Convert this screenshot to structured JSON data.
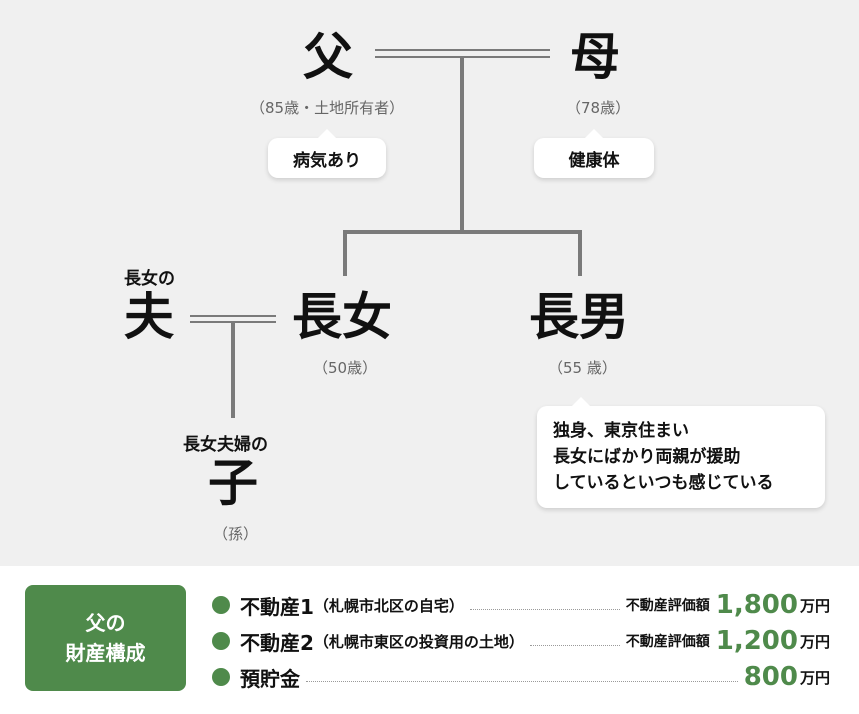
{
  "family": {
    "father": {
      "name": "父",
      "age": "（85歳・土地所有者）",
      "note": "病気あり"
    },
    "mother": {
      "name": "母",
      "age": "（78歳）",
      "note": "健康体"
    },
    "husband": {
      "label": "長女の",
      "name": "夫"
    },
    "eldest_daughter": {
      "name": "長女",
      "age": "（50歳）"
    },
    "eldest_son": {
      "name": "長男",
      "age": "（55 歳）",
      "note_lines": [
        "独身、東京住まい",
        "長女にばかり両親が援助",
        "しているといつも感じている"
      ]
    },
    "grandchild": {
      "label": "長女夫婦の",
      "name": "子",
      "age": "（孫）"
    }
  },
  "assets": {
    "title_line1": "父の",
    "title_line2": "財産構成",
    "items": [
      {
        "name": "不動産1",
        "sub": "（札幌市北区の自宅）",
        "label": "不動産評価額",
        "value": "1,800",
        "unit": "万円"
      },
      {
        "name": "不動産2",
        "sub": "（札幌市東区の投資用の土地）",
        "label": "不動産評価額",
        "value": "1,200",
        "unit": "万円"
      },
      {
        "name": "預貯金",
        "sub": "",
        "label": "",
        "value": "800",
        "unit": "万円"
      }
    ]
  },
  "colors": {
    "accent": "#4f8a4b",
    "line": "#7a7a7a",
    "background": "#f0f0f0"
  }
}
